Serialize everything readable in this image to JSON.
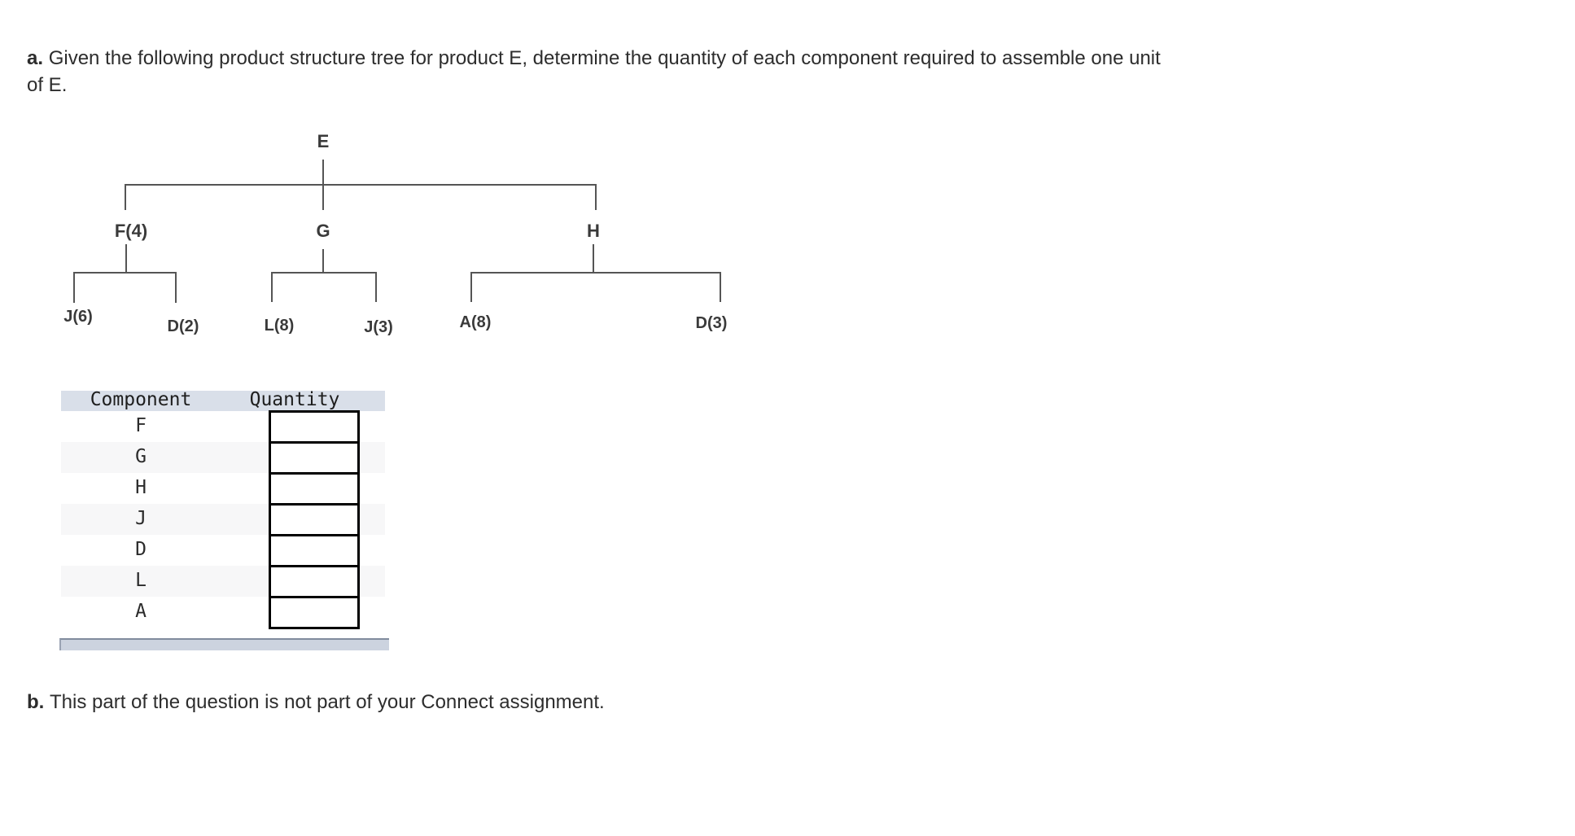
{
  "question_a": {
    "label": "a.",
    "line1": "Given the following product structure tree for product E, determine the quantity of each component required to assemble one unit",
    "line2": "of E."
  },
  "question_b": {
    "label": "b.",
    "text": "This part of the question is not part of your Connect assignment."
  },
  "tree": {
    "root_label": "E",
    "level1": [
      {
        "label": "F(4)"
      },
      {
        "label": "G"
      },
      {
        "label": "H"
      }
    ],
    "level2": [
      {
        "label": "J(6)",
        "parent": "F(4)"
      },
      {
        "label": "D(2)",
        "parent": "F(4)"
      },
      {
        "label": "L(8)",
        "parent": "G"
      },
      {
        "label": "J(3)",
        "parent": "G"
      },
      {
        "label": "A(8)",
        "parent": "H"
      },
      {
        "label": "D(3)",
        "parent": "H"
      }
    ]
  },
  "table": {
    "header": {
      "component": "Component",
      "quantity": "Quantity"
    },
    "rows": [
      {
        "component": "F",
        "quantity_value": ""
      },
      {
        "component": "G",
        "quantity_value": ""
      },
      {
        "component": "H",
        "quantity_value": ""
      },
      {
        "component": "J",
        "quantity_value": ""
      },
      {
        "component": "D",
        "quantity_value": ""
      },
      {
        "component": "L",
        "quantity_value": ""
      },
      {
        "component": "A",
        "quantity_value": ""
      }
    ]
  },
  "colors": {
    "header_bg": "#d9dfe9",
    "stripe_bg": "#f7f7f8",
    "tree_line": "#555555",
    "input_border": "#000000",
    "scrollbar_bg": "#ccd3df",
    "scrollbar_border": "#818c9e",
    "text": "#2d2d2d"
  }
}
